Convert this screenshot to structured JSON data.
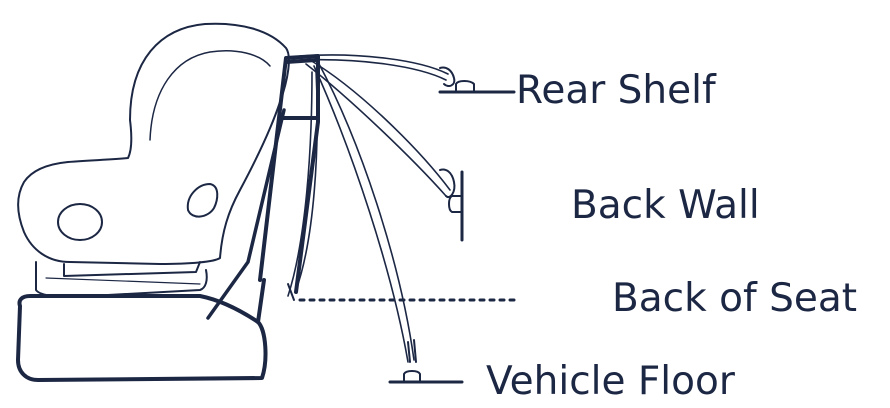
{
  "diagram": {
    "title": "",
    "labels": {
      "rear_shelf": "Rear Shelf",
      "back_wall": "Back Wall",
      "back_of_seat": "Back of Seat",
      "vehicle_floor": "Vehicle Floor"
    },
    "colors": {
      "ink": "#1c2744",
      "line": "#1c2744",
      "background": "#ffffff"
    }
  }
}
